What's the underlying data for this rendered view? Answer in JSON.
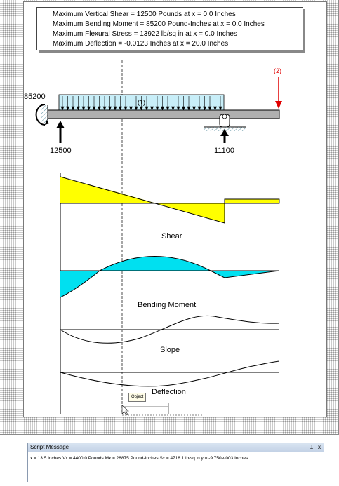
{
  "results": {
    "lines": [
      "Maximum Vertical Shear = 12500 Pounds at x = 0.0 Inches",
      "Maximum Bending Moment = 85200 Pound-Inches at x = 0.0 Inches",
      "Maximum Flexural Stress = 13922 lb/sq in  at x = 0.0 Inches",
      "Maximum Deflection = -0.0123 Inches  at x = 20.0 Inches"
    ]
  },
  "beam": {
    "moment_label": "85200",
    "load_label": "(1)",
    "point_load_label": "(2)",
    "left_reaction": "12500",
    "right_reaction": "11100"
  },
  "diagrams": {
    "shear": "Shear",
    "moment": "Bending Moment",
    "slope": "Slope",
    "deflection": "Deflection"
  },
  "tooltip": "Object",
  "script_panel": {
    "title": "Script Message",
    "pin": "⌶",
    "close": "x",
    "message": "x = 13.5 Inches   Vx = 4400.0 Pounds   Mx = 28875  Pound-Inches   Sx = 4718.1 lb/sq in    y = -9.750e-003 Inches"
  },
  "colors": {
    "shear_fill": "#ffff00",
    "moment_fill": "#00e0f0",
    "load_fill": "#c8eef8",
    "point_load": "#e00000"
  }
}
